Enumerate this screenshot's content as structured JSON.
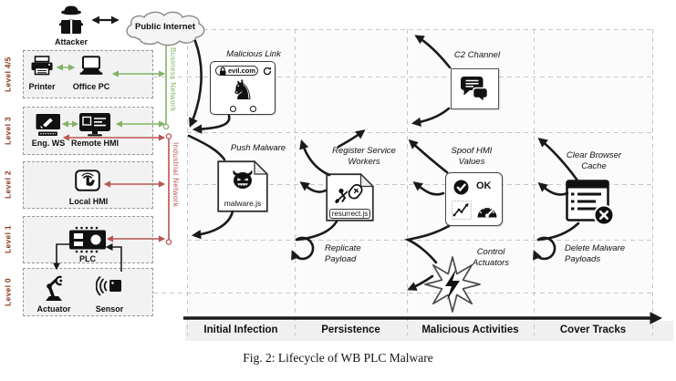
{
  "figure": {
    "caption": "Fig. 2: Lifecycle of WB PLC Malware"
  },
  "attacker": {
    "label": "Attacker"
  },
  "internet": {
    "label": "Public Internet"
  },
  "networks": {
    "business": {
      "label": "Business Network",
      "color": "#82b366"
    },
    "industrial": {
      "label": "Industrial Network",
      "color": "#b85450"
    }
  },
  "colors": {
    "level_label": "#8a3317",
    "arrow": "#1a1a1a"
  },
  "levels": [
    {
      "label": "Level 4/5",
      "devices": [
        "Printer",
        "Office PC"
      ]
    },
    {
      "label": "Level 3",
      "devices": [
        "Eng. WS",
        "Remote HMI"
      ]
    },
    {
      "label": "Level 2",
      "devices": [
        "Local HMI"
      ]
    },
    {
      "label": "Level 1",
      "devices": [
        "PLC"
      ]
    },
    {
      "label": "Level 0",
      "devices": [
        "Actuator",
        "Sensor"
      ]
    }
  ],
  "phases": [
    {
      "label": "Initial Infection"
    },
    {
      "label": "Persistence"
    },
    {
      "label": "Malicious Activities"
    },
    {
      "label": "Cover Tracks"
    }
  ],
  "steps": {
    "malicious_link": {
      "label": "Malicious Link",
      "url": "evil.com",
      "glyph": "♞"
    },
    "push_malware": {
      "label": "Push Malware",
      "filename": "malware.js"
    },
    "register_service_workers": {
      "label": "Register Service Workers",
      "filename": "resurrect.js"
    },
    "replicate_payload": {
      "label": "Replicate Payload"
    },
    "c2_channel": {
      "label": "C2 Channel"
    },
    "spoof_hmi_values": {
      "label": "Spoof HMI Values",
      "status": "OK"
    },
    "control_actuators": {
      "label": "Control Actuators"
    },
    "clear_browser_cache": {
      "label": "Clear Browser Cache"
    },
    "delete_malware_payloads": {
      "label": "Delete Malware Payloads"
    }
  }
}
